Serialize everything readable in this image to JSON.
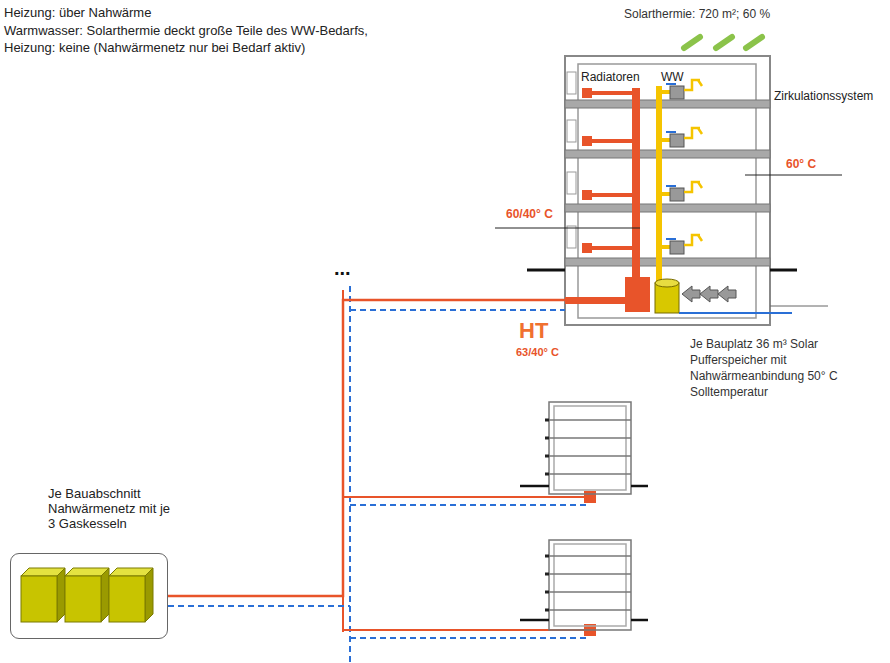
{
  "diagram": {
    "nodes": [
      {
        "text": [
          "Radiatoren",
          "WW"
        ]
      },
      {
        "text": [
          "Je Bauabschnitt Nahwärmenetz mit je 3 Gaskesseln"
        ]
      }
    ],
    "edges": [
      {
        "from": 1,
        "to": 0,
        "arrow": "none"
      }
    ],
    "labels": [
      "Heizung: über Nahwärme",
      "Warmwasser: Solarthermie deckt große Teile des WW-Bedarfs, Heizung: keine (Nahwärmenetz nur bei Bedarf aktiv)",
      "Solarthermie: 720 m²; 60 %",
      "Zirkulationssystem",
      "60° C",
      "60/40° C",
      "HT",
      "63/40° C",
      "Je Bauplatz 36 m³ Solar Pufferspeicher mit Nahwärmeanbindung 50° C Solltemperatur",
      "..."
    ]
  }
}
